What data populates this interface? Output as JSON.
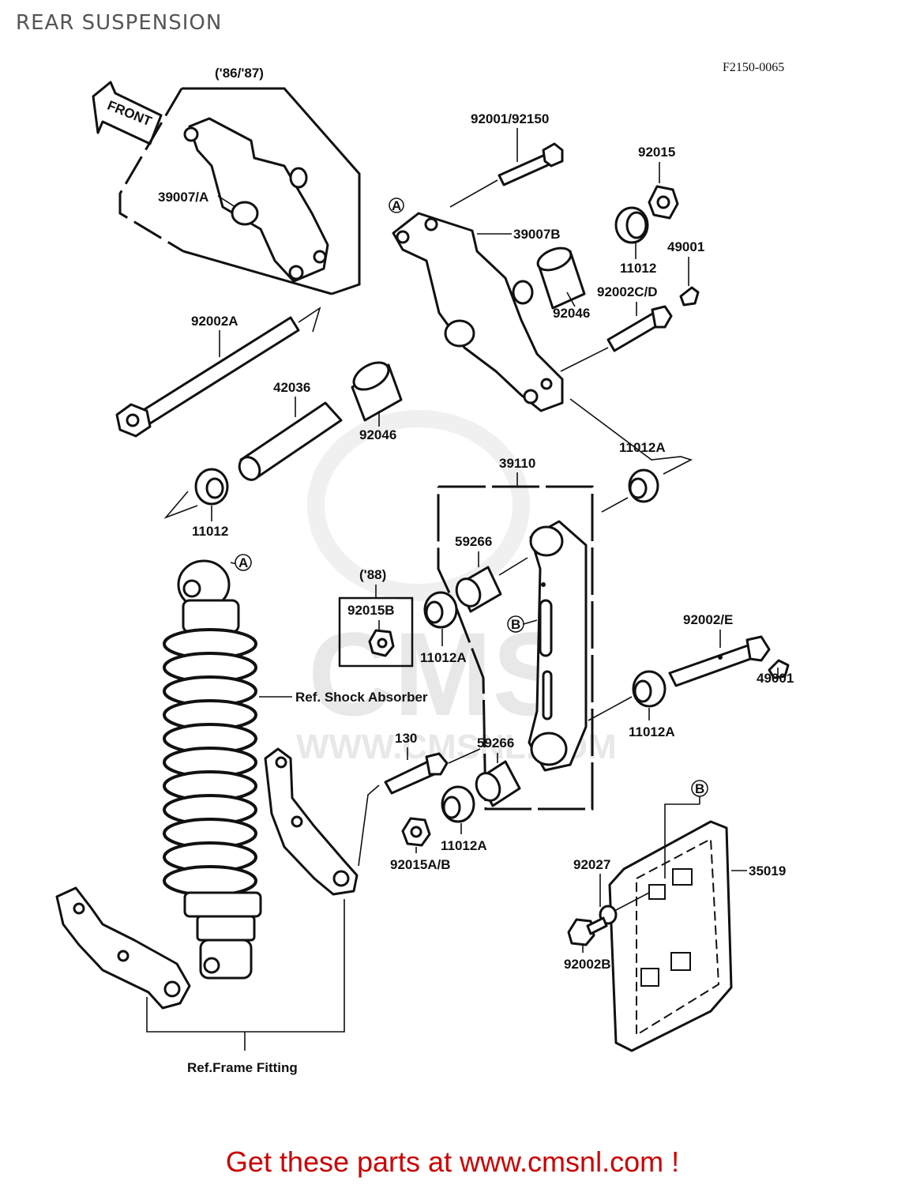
{
  "page": {
    "title": "REAR SUSPENSION",
    "diagram_code": "F2150-0065"
  },
  "footer": {
    "promo": "Get these parts at www.cmsnl.com !"
  },
  "watermark": {
    "brand": "CMS",
    "url": "WWW.CMSNL.COM"
  },
  "icons": {
    "front_arrow": "front-arrow-icon",
    "ref_a": "ref-marker-a-icon",
    "ref_b": "ref-marker-b-icon"
  },
  "callouts": {
    "front": "FRONT",
    "year_86_87": "('86/'87)",
    "year_88": "('88)",
    "ref_a": "A",
    "ref_b": "B",
    "c39007a": "39007/A",
    "c92001": "92001/92150",
    "c92015": "92015",
    "c39007b": "39007B",
    "c11012_top": "11012",
    "c49001_top": "49001",
    "c92046_top": "92046",
    "c92002cd": "92002C/D",
    "c92002a": "92002A",
    "c42036": "42036",
    "c92046_mid": "92046",
    "c11012a_top": "11012A",
    "c39110": "39110",
    "c11012_left": "11012",
    "c59266_top": "59266",
    "c92015b": "92015B",
    "c11012a_mid": "11012A",
    "c92002e": "92002/E",
    "c49001_right": "49001",
    "c11012a_right": "11012A",
    "ref_shock": "Ref. Shock Absorber",
    "c130": "130",
    "c59266_bottom": "59266",
    "c11012a_bottom": "11012A",
    "c92015ab": "92015A/B",
    "c92027": "92027",
    "c35019": "35019",
    "c92002b": "92002B",
    "ref_frame": "Ref.Frame Fitting"
  }
}
